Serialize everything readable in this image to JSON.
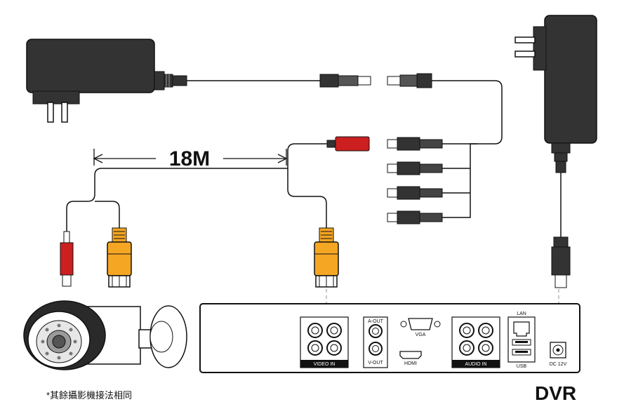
{
  "dimension": {
    "length_label": "18M"
  },
  "dvr": {
    "title": "DVR",
    "ports": {
      "video_in": "VIDEO IN",
      "a_out": "A-OUT",
      "v_out": "V-OUT",
      "vga": "VGA",
      "hdmi": "HDMI",
      "audio_in": "AUDIO IN",
      "lan": "LAN",
      "usb": "USB",
      "dc": "DC 12V"
    }
  },
  "note": "*其餘攝影機接法相同",
  "colors": {
    "line": "#111111",
    "adapter_body": "#333333",
    "plug_dark": "#444444",
    "video_plug": "#f5a623",
    "power_plug_red": "#cc1f1f",
    "guide_dash": "#b5b5b5"
  }
}
